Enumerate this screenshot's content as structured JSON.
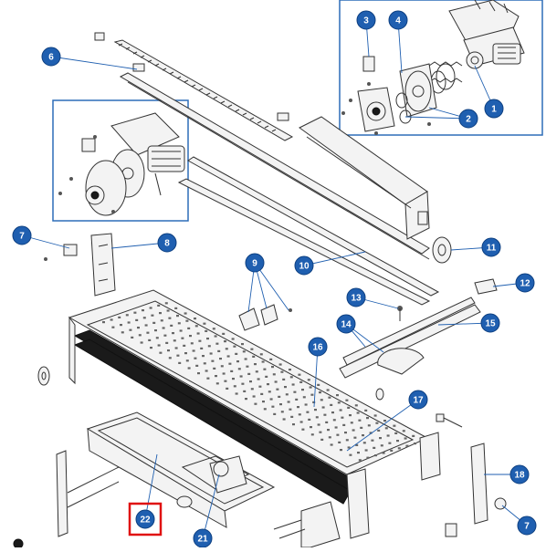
{
  "diagram": {
    "type": "exploded-parts-view",
    "callout_color": "#1f5fb0",
    "highlight_color": "#e01010",
    "highlighted_callout": "22",
    "callouts": [
      {
        "id": "c1",
        "label": "1"
      },
      {
        "id": "c2",
        "label": "2"
      },
      {
        "id": "c3",
        "label": "3"
      },
      {
        "id": "c4",
        "label": "4"
      },
      {
        "id": "c6",
        "label": "6"
      },
      {
        "id": "c7a",
        "label": "7"
      },
      {
        "id": "c7b",
        "label": "7"
      },
      {
        "id": "c8",
        "label": "8"
      },
      {
        "id": "c9",
        "label": "9"
      },
      {
        "id": "c10",
        "label": "10"
      },
      {
        "id": "c11",
        "label": "11"
      },
      {
        "id": "c12",
        "label": "12"
      },
      {
        "id": "c13",
        "label": "13"
      },
      {
        "id": "c14",
        "label": "14"
      },
      {
        "id": "c15",
        "label": "15"
      },
      {
        "id": "c16",
        "label": "16"
      },
      {
        "id": "c17",
        "label": "17"
      },
      {
        "id": "c18",
        "label": "18"
      },
      {
        "id": "c21",
        "label": "21"
      },
      {
        "id": "c22",
        "label": "22"
      }
    ]
  }
}
